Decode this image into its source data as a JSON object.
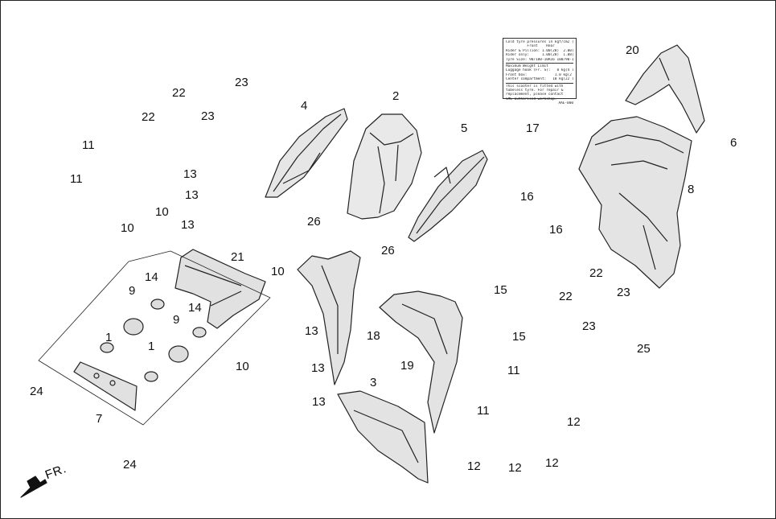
{
  "diagram": {
    "callouts": [
      "1",
      "1",
      "2",
      "3",
      "4",
      "5",
      "6",
      "7",
      "8",
      "9",
      "9",
      "10",
      "10",
      "10",
      "10",
      "11",
      "11",
      "11",
      "11",
      "12",
      "12",
      "12",
      "12",
      "13",
      "13",
      "13",
      "13",
      "13",
      "13",
      "14",
      "14",
      "15",
      "15",
      "16",
      "16",
      "17",
      "18",
      "19",
      "20",
      "21",
      "22",
      "22",
      "22",
      "22",
      "23",
      "23",
      "23",
      "23",
      "24",
      "24",
      "25",
      "26",
      "26"
    ],
    "direction_label": "FR.",
    "label_17": {
      "lines_a": [
        "Cold tyre pressures in kgf/cm2 (psi)",
        "          Front    Rear",
        "Rider & Pillion: 1.00(28)  2.00(28)",
        "Rider only:      1.00(28)  1.88(26)",
        "Tyre Size: 90/100-10R16 100/90-10R16"
      ],
      "lines_b": [
        "Maximum Weight Limit",
        "Luggage hook (Fr. S):   8 kg(4 lbs)",
        "Front box:             1.0 kg(2 lbs)",
        "Center compartment:   10 kg(22 lbs)"
      ],
      "lines_c": [
        "This scooter is fitted with",
        "tubeless tyre. For repair &",
        "replacement, please contact",
        "SMG authorised workshop."
      ],
      "code": "AAE-000"
    }
  }
}
